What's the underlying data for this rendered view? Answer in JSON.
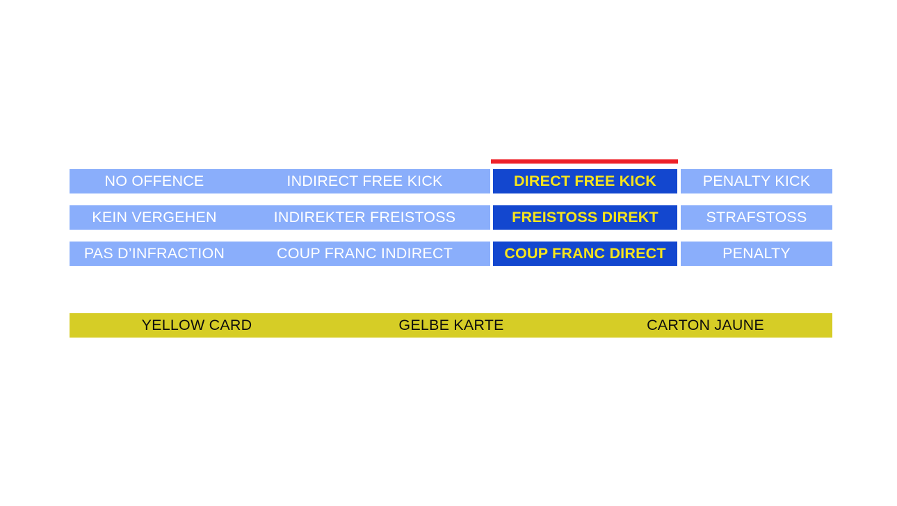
{
  "colors": {
    "background": "#FFFFFF",
    "light_blue": "#8AAEFB",
    "dark_blue_highlight": "#1347CF",
    "highlight_text_yellow": "#F7E51C",
    "accent_red": "#EE2027",
    "card_yellow": "#D6CD26",
    "card_text": "#0D0D0D",
    "bar_text": "#FFFFFF"
  },
  "decision_matrix": {
    "columns": [
      "no-offence",
      "indirect-free-kick",
      "direct-free-kick",
      "penalty-kick"
    ],
    "highlighted_column": "direct-free-kick",
    "accent_marker": "red-underline-above-highlight",
    "rows": [
      {
        "language": "english",
        "cells": [
          {
            "label": "NO OFFENCE",
            "highlighted": false
          },
          {
            "label": "INDIRECT FREE KICK",
            "highlighted": false
          },
          {
            "label": "DIRECT FREE KICK",
            "highlighted": true
          },
          {
            "label": "PENALTY KICK",
            "highlighted": false
          }
        ]
      },
      {
        "language": "german",
        "cells": [
          {
            "label": "KEIN VERGEHEN",
            "highlighted": false
          },
          {
            "label": "INDIREKTER FREISTOSS",
            "highlighted": false
          },
          {
            "label": "FREISTOSS DIREKT",
            "highlighted": true
          },
          {
            "label": "STRAFSTOSS",
            "highlighted": false
          }
        ]
      },
      {
        "language": "french",
        "cells": [
          {
            "label": "PAS D’INFRACTION",
            "highlighted": false
          },
          {
            "label": "COUP FRANC INDIRECT",
            "highlighted": false
          },
          {
            "label": "COUP FRANC DIRECT",
            "highlighted": true
          },
          {
            "label": "PENALTY",
            "highlighted": false
          }
        ]
      }
    ]
  },
  "card_bar": {
    "type": "yellow-card",
    "segments": [
      {
        "language": "english",
        "label": "YELLOW CARD"
      },
      {
        "language": "german",
        "label": "GELBE KARTE"
      },
      {
        "language": "french",
        "label": "CARTON JAUNE"
      }
    ]
  }
}
